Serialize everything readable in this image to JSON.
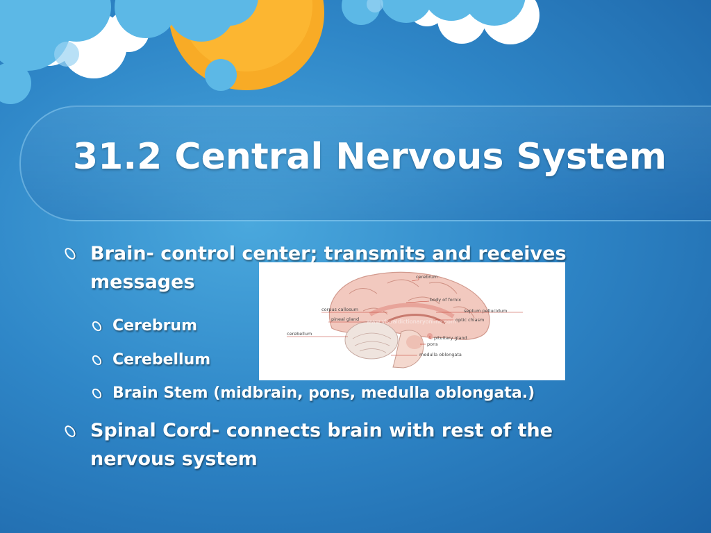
{
  "slide": {
    "title": "31.2 Central Nervous System",
    "bullets": [
      {
        "text": "Brain- control center; transmits and receives messages"
      },
      {
        "text": "Spinal Cord- connects brain with rest of the nervous system"
      }
    ],
    "sub_bullets": [
      {
        "text": "Cerebrum"
      },
      {
        "text": "Cerebellum"
      },
      {
        "text": "Brain Stem (midbrain, pons, medulla oblongata.)"
      }
    ]
  },
  "figure": {
    "labels": {
      "cerebrum": "cerebrum",
      "body_of_fornix": "body of fornix",
      "corpus_callosum": "corpus callosum",
      "septum_pellucidum": "septum pellucidum",
      "pineal_gland": "pineal gland",
      "optic_chiasm": "optic chiasm",
      "cerebellum": "cerebellum",
      "pituitary_gland": "pituitary gland",
      "pons": "pons",
      "medulla_oblongata": "medulla oblongata"
    },
    "watermark": "www.visualdictionaryonline.com"
  },
  "colors": {
    "background": "#2f87c8",
    "sun": "#f7a823",
    "cloud_blue": "#5cb8e6",
    "text": "#ffffff"
  }
}
